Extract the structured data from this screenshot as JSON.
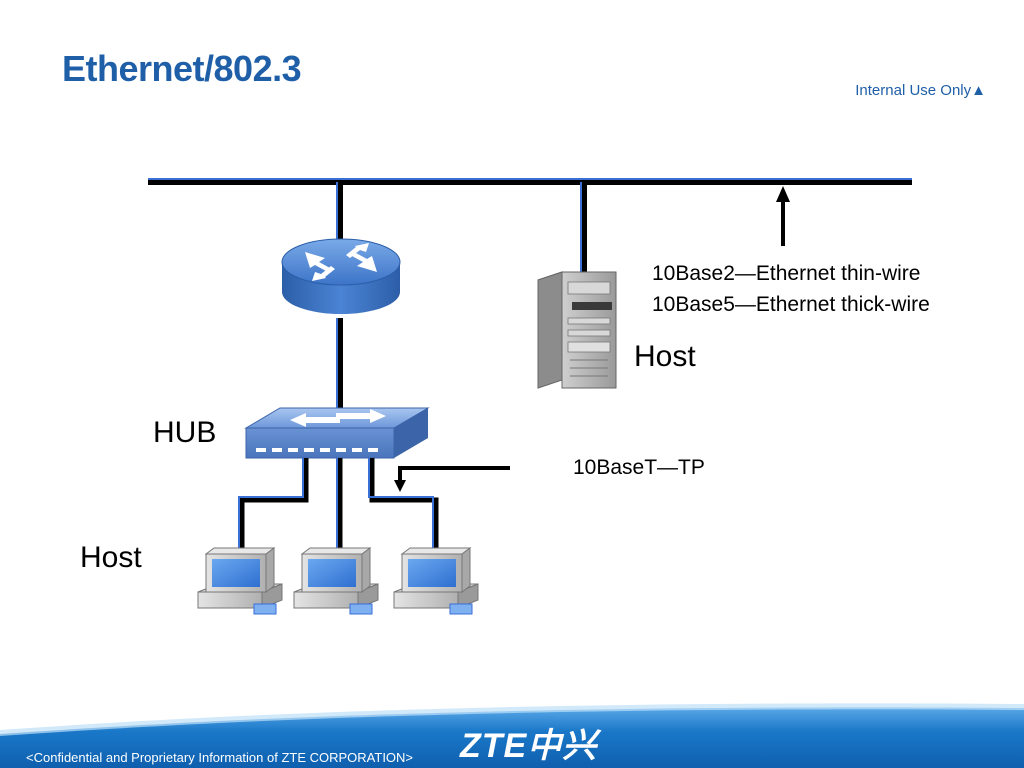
{
  "slide": {
    "title": "Ethernet/802.3",
    "internal_label": "Internal Use Only",
    "internal_marker": "▲"
  },
  "diagram": {
    "coax_line1": "10Base2—Ethernet thin-wire",
    "coax_line2": "10Base5—Ethernet thick-wire",
    "host_server_label": "Host",
    "hub_label": "HUB",
    "twisted_pair_label": "10BaseT—TP",
    "hosts_label": "Host"
  },
  "footer": {
    "text": "<Confidential and Proprietary Information of  ZTE CORPORATION>",
    "logo": "ZTE中兴"
  },
  "colors": {
    "title": "#1f5fa8",
    "cable_blue": "#3a6fd8",
    "footer_blue": "#1a78c8"
  }
}
